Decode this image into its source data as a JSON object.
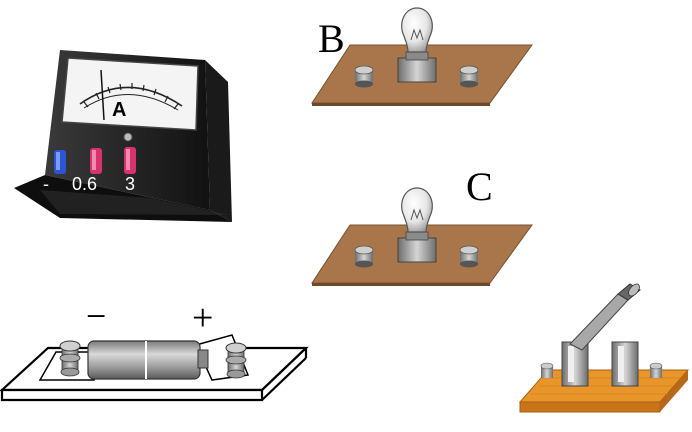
{
  "labels": {
    "bulb_b": "B",
    "bulb_c": "C",
    "ammeter_unit": "A",
    "terminal_neg": "-",
    "terminal_06": "0.6",
    "terminal_3": "3",
    "battery_minus": "−",
    "battery_plus": "+"
  },
  "components": [
    "ammeter",
    "bulb-b",
    "bulb-c",
    "battery",
    "switch"
  ],
  "colors": {
    "board_bulb": "#a8764a",
    "board_switch": "#e8952a",
    "meter_body": "#2a2a2a",
    "terminal_blue": "#2b55d6",
    "terminal_red": "#d8336e"
  }
}
